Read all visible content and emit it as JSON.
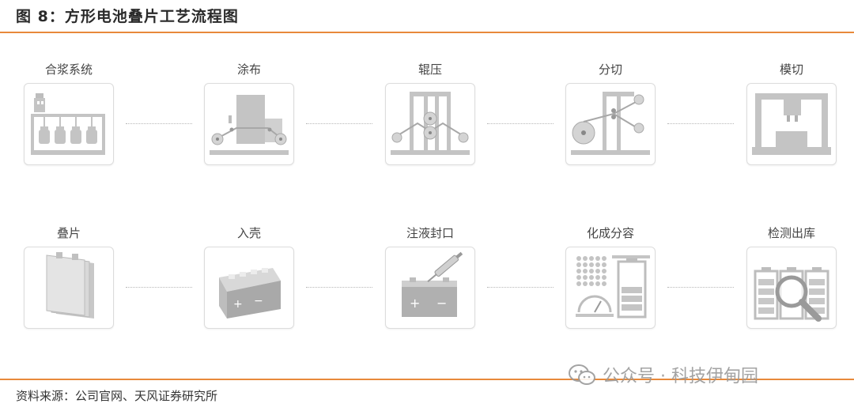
{
  "figure_title": "图 8：方形电池叠片工艺流程图",
  "row1": [
    {
      "label": "合浆系统",
      "icon": "mixing-system-icon"
    },
    {
      "label": "涂布",
      "icon": "coating-icon"
    },
    {
      "label": "辊压",
      "icon": "rolling-press-icon"
    },
    {
      "label": "分切",
      "icon": "slitting-icon"
    },
    {
      "label": "模切",
      "icon": "die-cutting-icon"
    }
  ],
  "row2": [
    {
      "label": "叠片",
      "icon": "stacking-icon"
    },
    {
      "label": "入壳",
      "icon": "casing-icon"
    },
    {
      "label": "注液封口",
      "icon": "electrolyte-injection-icon"
    },
    {
      "label": "化成分容",
      "icon": "formation-grading-icon"
    },
    {
      "label": "检测出库",
      "icon": "inspection-icon"
    }
  ],
  "source": "资料来源：公司官网、天风证券研究所",
  "watermark": "公众号 · 科技伊甸园",
  "colors": {
    "accent_rule": "#e8893a",
    "icon_gray": "#c4c4c4"
  }
}
